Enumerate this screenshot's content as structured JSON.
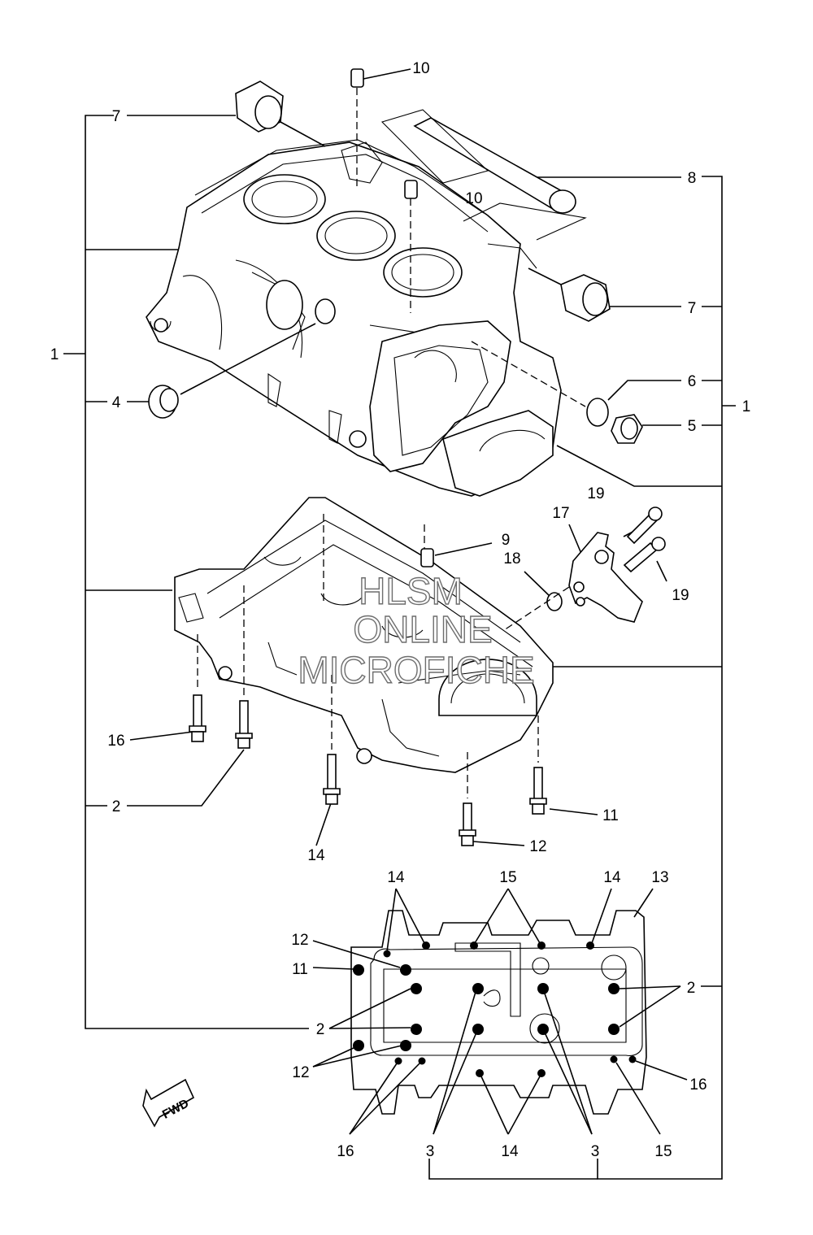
{
  "watermark": {
    "line1": "HLSM",
    "line2": "ONLINE",
    "line3": "MICROFICHE"
  },
  "fwd_label": "FWD",
  "callouts": {
    "c10a": "10",
    "c10b": "10",
    "c7a": "7",
    "c8": "8",
    "c7b": "7",
    "c1left": "1",
    "c6": "6",
    "c1right": "1",
    "c4": "4",
    "c5": "5",
    "c19a": "19",
    "c17": "17",
    "c9": "9",
    "c18": "18",
    "c19b": "19",
    "c16": "16",
    "c2": "2",
    "c11": "11",
    "c14": "14",
    "c12": "12",
    "k14a": "14",
    "k15": "15",
    "k14b": "14",
    "k13": "13",
    "k12": "12",
    "k11": "11",
    "k2right": "2",
    "k2left": "2",
    "k12b": "12",
    "k16right": "16",
    "k16": "16",
    "k3a": "3",
    "k14c": "14",
    "k3b": "3",
    "k15b": "15"
  }
}
